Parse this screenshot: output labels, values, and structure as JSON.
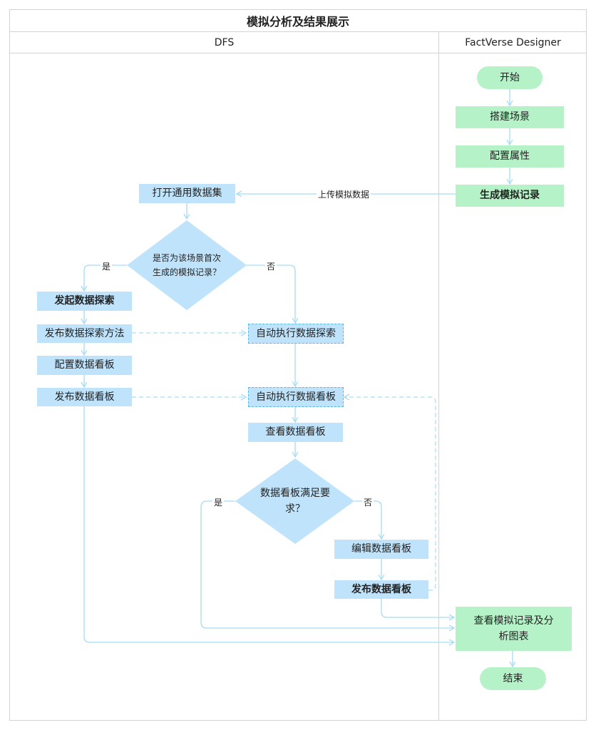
{
  "title": "模拟分析及结果展示",
  "lanes": {
    "dfs": "DFS",
    "fv": "FactVerse Designer"
  },
  "nodes": {
    "start": "开始",
    "build_scene": "搭建场景",
    "config_attr": "配置属性",
    "gen_record": "生成模拟记录",
    "open_dataset": "打开通用数据集",
    "decision1": "是否为该场景首次生成的模拟记录？",
    "launch_explore": "发起数据探索",
    "publish_method": "发布数据探索方法",
    "config_board": "配置数据看板",
    "publish_board_left": "发布数据看板",
    "auto_explore": "自动执行数据探索",
    "auto_board": "自动执行数据看板",
    "view_board": "查看数据看板",
    "decision2": "数据看板满足要求？",
    "edit_board": "编辑数据看板",
    "publish_board_right": "发布数据看板",
    "view_record": "查看模拟记录及分析图表",
    "end": "结束"
  },
  "labels": {
    "upload": "上传模拟数据",
    "yes1": "是",
    "no1": "否",
    "yes2": "是",
    "no2": "否"
  },
  "colors": {
    "blue_fill": "#bfe3fb",
    "green_fill": "#b5f2c8",
    "connector": "#a6dcf2",
    "dashed": "#a6dcf2"
  }
}
